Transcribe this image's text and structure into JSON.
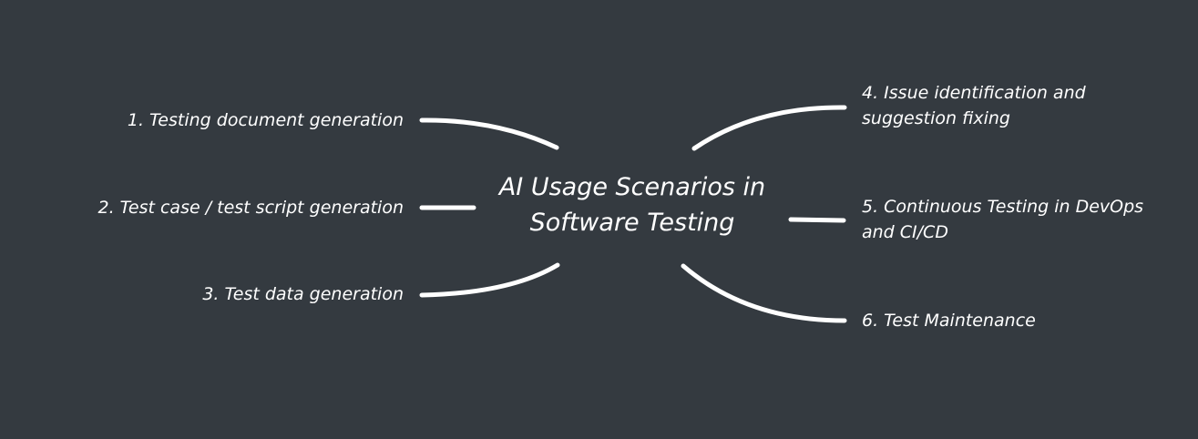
{
  "center": {
    "line1": "AI Usage Scenarios in",
    "line2": "Software Testing"
  },
  "branches": [
    {
      "lines": [
        "1. Testing document generation"
      ]
    },
    {
      "lines": [
        "2. Test case / test script generation"
      ]
    },
    {
      "lines": [
        "3. Test data generation"
      ]
    },
    {
      "lines": [
        "4. Issue identification and",
        "suggestion fixing"
      ]
    },
    {
      "lines": [
        "5. Continuous Testing in DevOps",
        "and CI/CD"
      ]
    },
    {
      "lines": [
        "6. Test Maintenance"
      ]
    }
  ],
  "colors": {
    "background": "#343a40",
    "foreground": "#ffffff"
  }
}
